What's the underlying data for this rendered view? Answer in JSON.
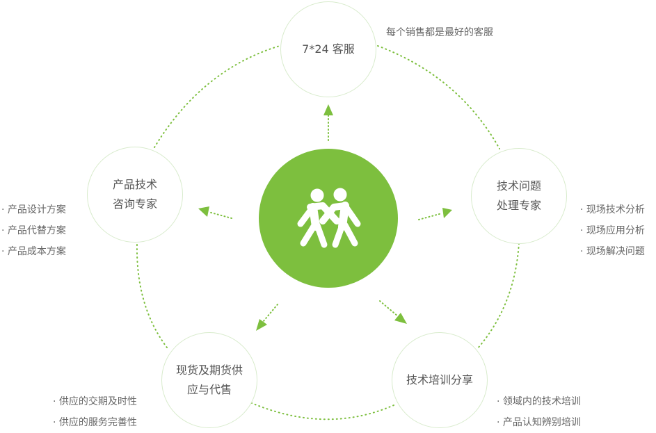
{
  "colors": {
    "accent": "#7dbf3e",
    "ring": "#d8ebcc",
    "dotted": "#7dbf3e"
  },
  "center": {
    "icon": "handshake-icon"
  },
  "nodes": {
    "top": {
      "label": "7*24 客服"
    },
    "left": {
      "label": "产品技术\n咨询专家"
    },
    "right": {
      "label": "技术问题\n处理专家"
    },
    "bottom_left": {
      "label": "现货及期货供\n应与代售"
    },
    "bottom_right": {
      "label": "技术培训分享"
    }
  },
  "notes": {
    "top": [
      "每个销售都是最好的客服"
    ],
    "left": [
      "· 产品设计方案",
      "· 产品代替方案",
      "· 产品成本方案"
    ],
    "right": [
      "· 现场技术分析",
      "· 现场应用分析",
      "· 现场解决问题"
    ],
    "bottom_left": [
      "· 供应的交期及时性",
      "· 供应的服务完善性"
    ],
    "bottom_right": [
      "· 领域内的技术培训",
      "· 产品认知辨别培训"
    ]
  }
}
